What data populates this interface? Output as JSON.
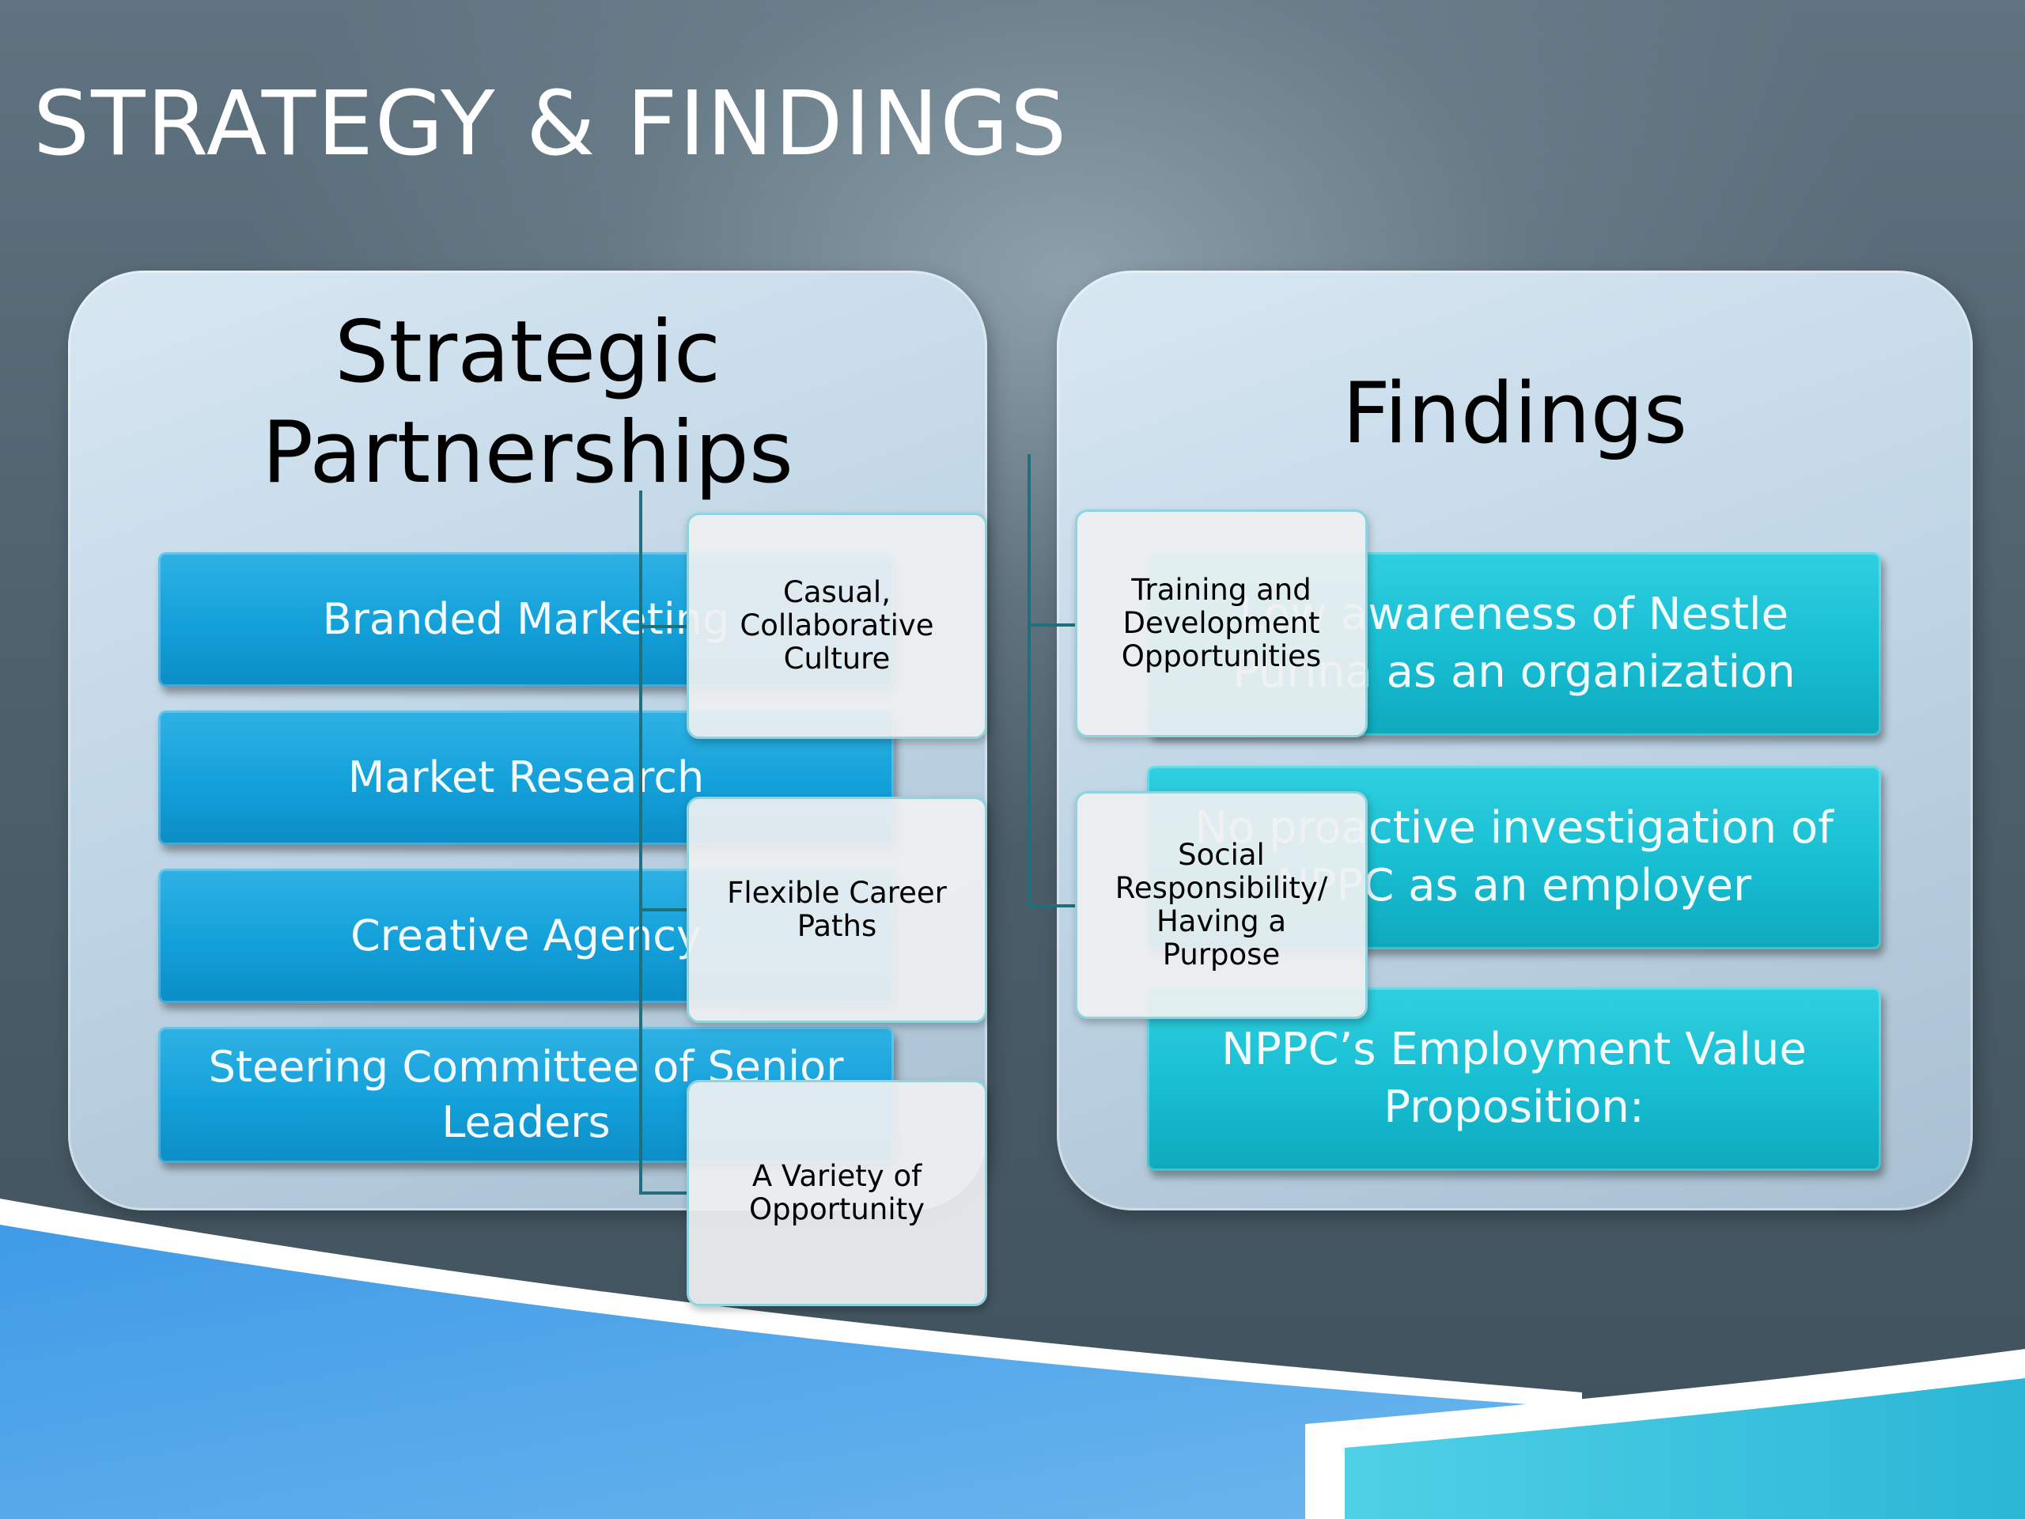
{
  "slide": {
    "title": "STRATEGY & FINDINGS"
  },
  "left_panel": {
    "title_line1": "Strategic",
    "title_line2": "Partnerships",
    "bars": [
      {
        "text": "Branded Marketing"
      },
      {
        "text": "Market Research"
      },
      {
        "text": "Creative Agency"
      },
      {
        "text_line1": "Steering Committee of Senior",
        "text_line2": "Leaders"
      }
    ]
  },
  "right_panel": {
    "title": "Findings",
    "bars": [
      {
        "text_line1": "Low awareness of Nestle",
        "text_line2": "Purina as an organization"
      },
      {
        "text_line1": "No proactive investigation of",
        "text_line2": "NPPC as an employer"
      },
      {
        "text_line1": "NPPC’s Employment Value",
        "text_line2": "Proposition:"
      }
    ]
  },
  "value_proposition_nodes": [
    {
      "line1": "Casual,",
      "line2": "Collaborative",
      "line3": "Culture"
    },
    {
      "line1": "Flexible Career",
      "line2": "Paths"
    },
    {
      "line1": "A Variety of",
      "line2": "Opportunity"
    },
    {
      "line1": "Training and",
      "line2": "Development",
      "line3": "Opportunities"
    },
    {
      "line1": "Social",
      "line2": "Responsibility/",
      "line3": "Having a",
      "line4": "Purpose"
    }
  ]
}
